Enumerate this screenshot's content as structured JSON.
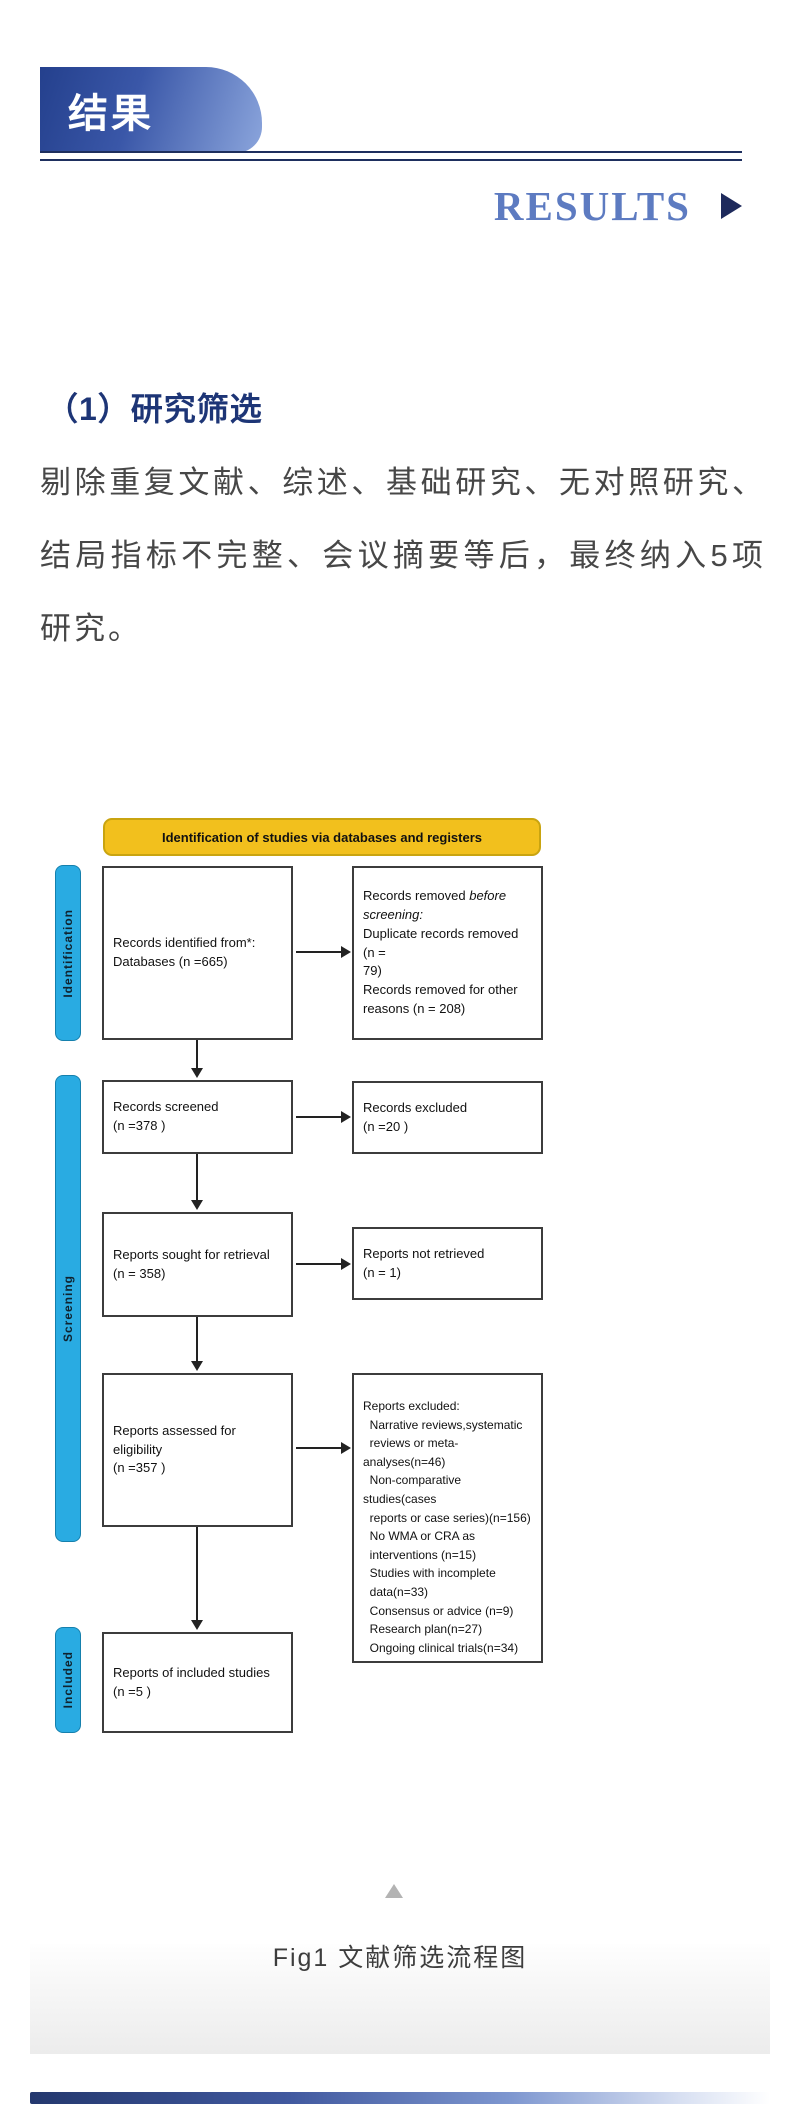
{
  "header": {
    "banner_title": "结果",
    "results_label": "RESULTS"
  },
  "section": {
    "heading": "（1）研究筛选",
    "paragraph": "剔除重复文献、综述、基础研究、无对照研究、结局指标不完整、会议摘要等后，最终纳入5项研究。"
  },
  "diagram": {
    "banner": "Identification of studies via databases and registers",
    "side_labels": [
      "Identification",
      "Screening",
      "Included"
    ],
    "identified": {
      "lines": [
        "Records identified from*:",
        "Databases (n =665)"
      ]
    },
    "removed": {
      "prefix": "Records removed ",
      "italic": "before screening",
      "suffix": ":",
      "lines": [
        "Duplicate records removed  (n =",
        "79)",
        "Records removed for other",
        "reasons (n = 208)"
      ]
    },
    "screened": {
      "lines": [
        "Records screened",
        "(n =378 )"
      ]
    },
    "records_excluded": {
      "lines": [
        "Records excluded",
        "(n =20 )"
      ]
    },
    "sought": {
      "lines": [
        "Reports sought for retrieval",
        "(n = 358)"
      ]
    },
    "not_retrieved": {
      "lines": [
        "Reports not retrieved",
        "(n = 1)"
      ]
    },
    "assessed": {
      "lines": [
        "Reports assessed for eligibility",
        "(n =357 )"
      ]
    },
    "reports_excluded": {
      "lines": [
        "Reports excluded:",
        "  Narrative reviews,systematic",
        "  reviews or meta-analyses(n=46)",
        "  Non-comparative studies(cases",
        "  reports or case series)(n=156)",
        "  No WMA or CRA as",
        "  interventions (n=15)",
        "  Studies with incomplete",
        "  data(n=33)",
        "  Consensus or advice (n=9)",
        "  Research plan(n=27)",
        "  Ongoing clinical trials(n=34)"
      ]
    },
    "included": {
      "lines": [
        "Reports of included studies",
        "(n =5 )"
      ]
    }
  },
  "figure": {
    "caption": "Fig1 文献筛选流程图"
  },
  "colors": {
    "accent_navy": "#1e2f5e",
    "results_blue": "#5d7bc1",
    "banner_gradient_start": "#24408d",
    "banner_gradient_end": "#8ba5dc",
    "flow_banner_yellow": "#f2c01d",
    "sidebar_blue": "#29abe2"
  }
}
